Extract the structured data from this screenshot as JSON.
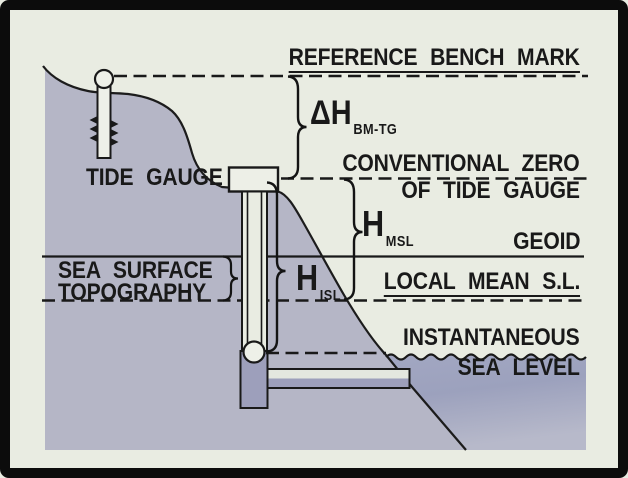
{
  "diagram": {
    "levels": {
      "reference_bench_mark": "REFERENCE BENCH MARK",
      "conventional_zero_line1": "CONVENTIONAL ZERO",
      "conventional_zero_line2": "OF TIDE GAUGE",
      "geoid": "GEOID",
      "local_mean_sl": "LOCAL MEAN S.L.",
      "instantaneous_line1": "INSTANTANEOUS",
      "instantaneous_line2": "SEA LEVEL"
    },
    "annotations": {
      "sea_surface_line1": "SEA SURFACE",
      "sea_surface_line2": "TOPOGRAPHY",
      "tide_gauge": "TIDE GAUGE",
      "delta_h": {
        "main": "ΔH",
        "sub": "BM-TG"
      },
      "h_msl": {
        "main": "H",
        "sub": "MSL"
      },
      "h_isl": {
        "main": "H",
        "sub": "ISL"
      }
    },
    "colors": {
      "background": "#e9ece2",
      "frame": "#0c0c0c",
      "land": "#b5b6c6",
      "sea_dark": "#9ca1bd",
      "sea_light": "#b7b9ca",
      "structure_fill": "#9d9fbb",
      "ink": "#191919"
    }
  }
}
